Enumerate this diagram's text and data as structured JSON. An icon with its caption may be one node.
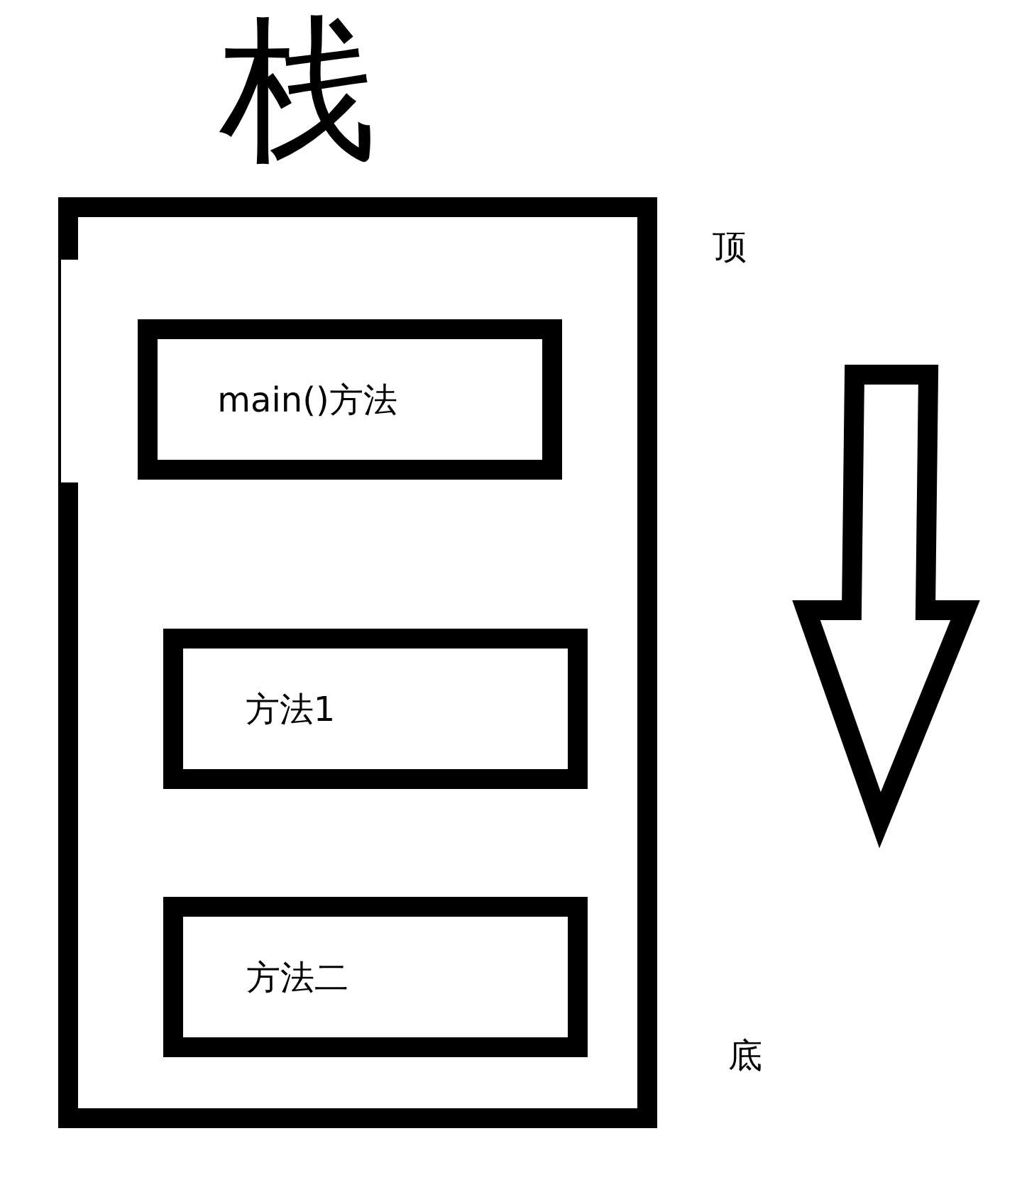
{
  "diagram": {
    "title": "栈",
    "nodes": [
      {
        "text": [],
        "shape": "box"
      },
      {
        "text": [
          "main()方法"
        ],
        "in": 0
      },
      {
        "text": [
          "方法1"
        ],
        "in": 0
      },
      {
        "text": [
          "方法二"
        ],
        "in": 0
      }
    ],
    "edges": [],
    "labels": [
      "顶",
      "底"
    ]
  }
}
